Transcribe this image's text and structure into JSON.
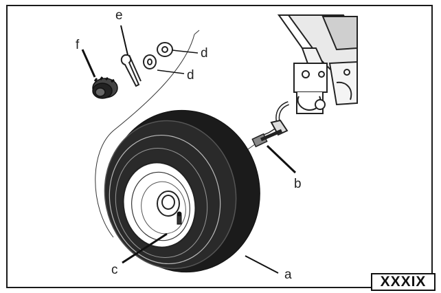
{
  "callouts": {
    "a": "a",
    "b": "b",
    "c": "c",
    "d1": "d",
    "d2": "d",
    "e": "e",
    "f": "f"
  },
  "figure_id": "XXXIX"
}
